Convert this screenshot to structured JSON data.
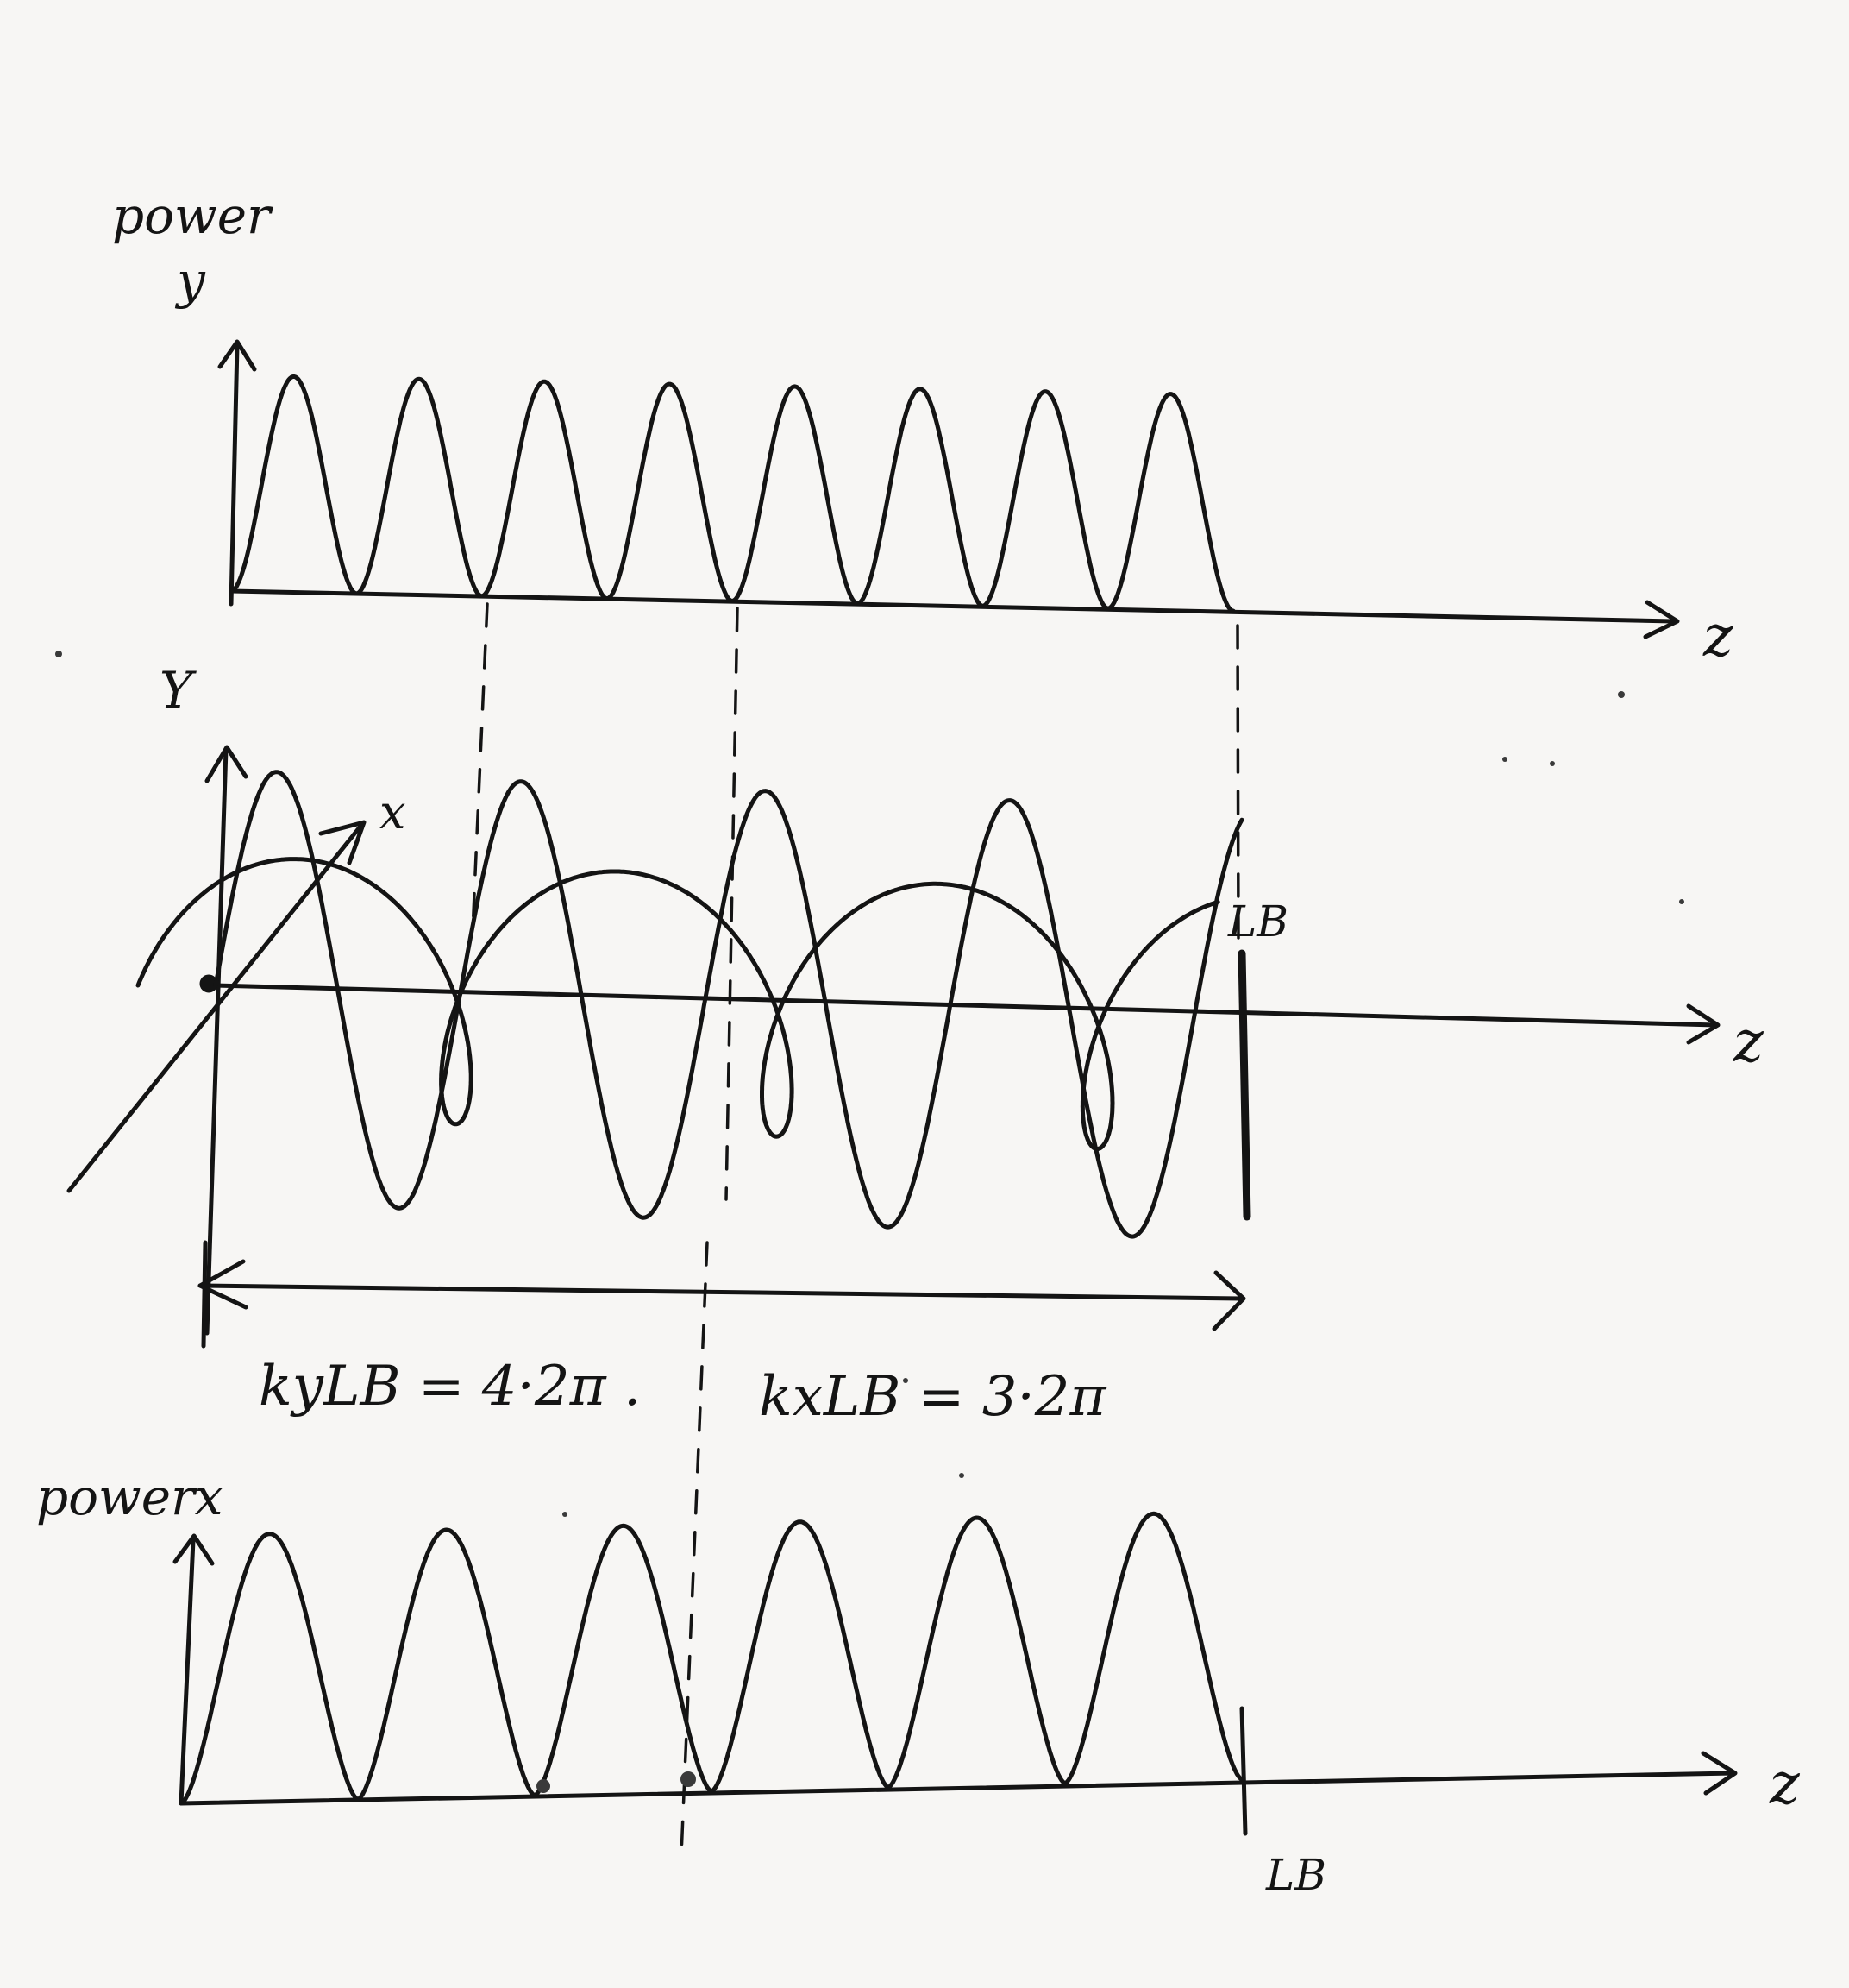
{
  "panels": {
    "power_y": {
      "label_line1": "power",
      "label_line2": "y",
      "axis_label": "z",
      "peak_count": 8
    },
    "field": {
      "y_label": "Y",
      "x_label": "x",
      "axis_label": "z",
      "end_label": "LB",
      "y_cycles": 4.2,
      "x_cycles": 3.2
    },
    "power_x": {
      "label": "powerx",
      "axis_label": "z",
      "end_label": "LB",
      "peak_count": 6
    }
  },
  "annotations": {
    "ky": "kyLB = 4·2π .",
    "kx": "kxLB = 3·2π"
  },
  "colors": {
    "ink": "#141414",
    "paper": "#f7f6f4"
  }
}
